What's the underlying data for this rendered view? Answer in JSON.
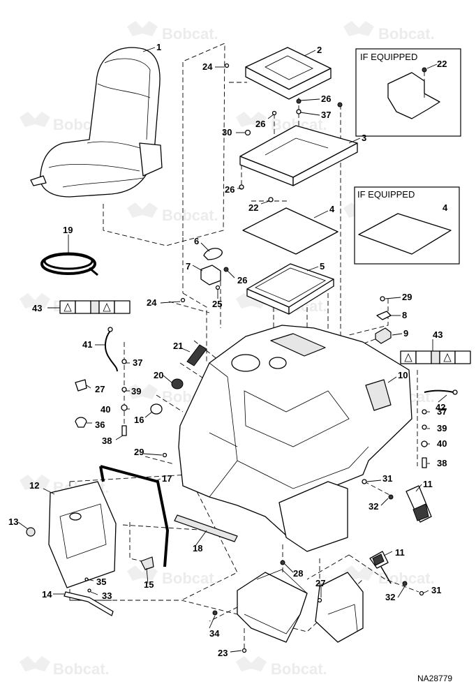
{
  "watermark": {
    "brand": "Bobcat."
  },
  "boxes": [
    {
      "label": "IF EQUIPPED"
    },
    {
      "label": "IF EQUIPPED"
    }
  ],
  "drawing_code": "NA28779",
  "callouts": [
    "1",
    "2",
    "24",
    "22",
    "26",
    "37",
    "30",
    "26",
    "3",
    "26",
    "22",
    "4",
    "4",
    "19",
    "6",
    "7",
    "26",
    "25",
    "5",
    "24",
    "29",
    "8",
    "43",
    "9",
    "43",
    "41",
    "37",
    "21",
    "10",
    "27",
    "39",
    "20",
    "40",
    "16",
    "42",
    "36",
    "37",
    "38",
    "39",
    "29",
    "40",
    "38",
    "31",
    "17",
    "12",
    "11",
    "13",
    "32",
    "18",
    "11",
    "35",
    "15",
    "28",
    "14",
    "33",
    "27",
    "32",
    "31",
    "34",
    "23"
  ]
}
